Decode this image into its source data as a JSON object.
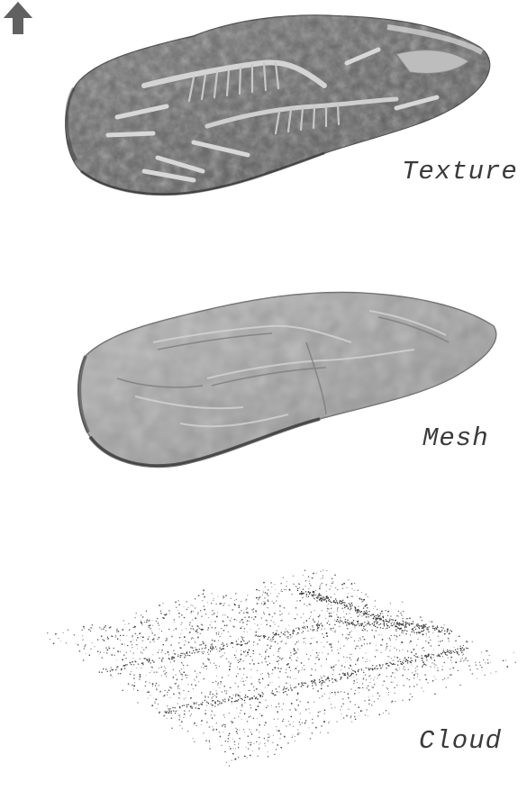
{
  "stages": {
    "texture": {
      "label": "Texture",
      "icon": "textured-fossil-model"
    },
    "mesh": {
      "label": "Mesh",
      "icon": "shaded-fossil-mesh"
    },
    "cloud": {
      "label": "Cloud",
      "icon": "fossil-point-cloud"
    }
  },
  "arrows": {
    "icon": "up-arrow-icon",
    "color": "#616161"
  },
  "colors": {
    "background": "#ffffff",
    "label": "#3a3a3a",
    "texture_base": "#6a6a6a",
    "mesh_base": "#a8a8a8",
    "cloud_points": "#3a3a3a"
  }
}
